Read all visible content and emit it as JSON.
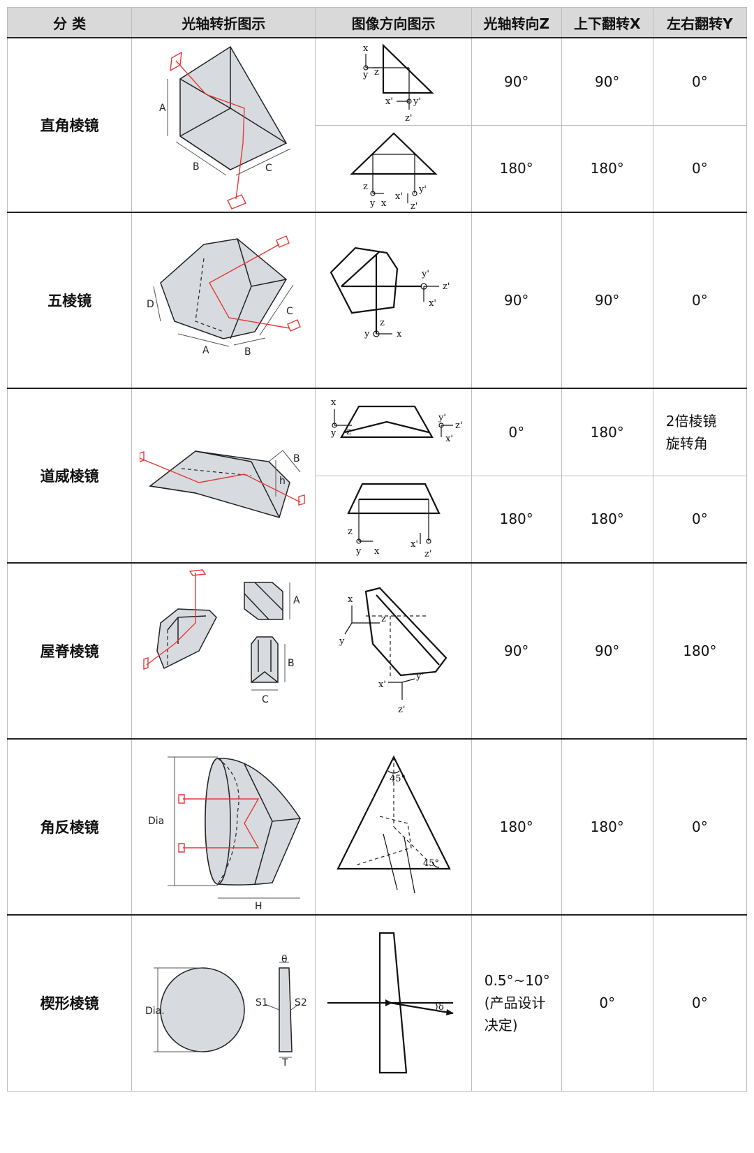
{
  "headers": {
    "category": "分 类",
    "path": "光轴转折图示",
    "image": "图像方向图示",
    "z": "光轴转向Z",
    "x": "上下翻转X",
    "y": "左右翻转Y"
  },
  "rows": {
    "right_angle": {
      "name": "直角棱镜",
      "dims": [
        "A",
        "B",
        "C"
      ],
      "sub1": {
        "z": "90°",
        "x": "90°",
        "y": "0°"
      },
      "sub2": {
        "z": "180°",
        "x": "180°",
        "y": "0°"
      }
    },
    "penta": {
      "name": "五棱镜",
      "dims": [
        "D",
        "A",
        "B",
        "C"
      ],
      "z": "90°",
      "x": "90°",
      "y": "0°"
    },
    "dove": {
      "name": "道威棱镜",
      "dims": [
        "h",
        "B"
      ],
      "sub1": {
        "z": "0°",
        "x": "180°",
        "y_line1": "2倍棱镜",
        "y_line2": "旋转角"
      },
      "sub2": {
        "z": "180°",
        "x": "180°",
        "y": "0°"
      }
    },
    "roof": {
      "name": "屋脊棱镜",
      "dims": [
        "A",
        "B",
        "C"
      ],
      "z": "90°",
      "x": "90°",
      "y": "180°"
    },
    "corner": {
      "name": "角反棱镜",
      "dims": [
        "Dia",
        "H"
      ],
      "angles": [
        "45°",
        "45°"
      ],
      "z": "180°",
      "x": "180°",
      "y": "0°"
    },
    "wedge": {
      "name": "楔形棱镜",
      "dims": [
        "Dia.",
        "S1",
        "S2",
        "θ",
        "T"
      ],
      "angle_symbol": "δ",
      "z_line1": "0.5°~10°",
      "z_line2": "(产品设计",
      "z_line3": "决定)",
      "x": "0°",
      "y": "0°"
    }
  },
  "axis_labels": {
    "x": "x",
    "y": "y",
    "z": "z",
    "xp": "x'",
    "yp": "y'",
    "zp": "z'"
  },
  "colors": {
    "header_bg": "#d9d9d9",
    "prism_fill": "#d7dbe0",
    "ray": "#e53935"
  }
}
